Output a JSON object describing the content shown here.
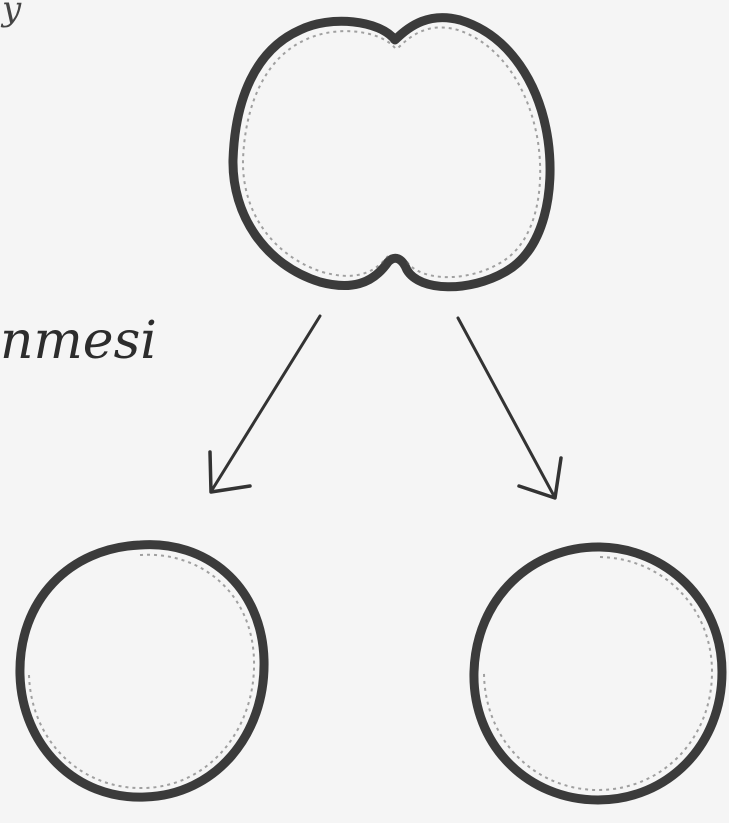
{
  "diagram": {
    "caption": "nmesi",
    "top_fragment": "y"
  },
  "nodes": [
    {
      "id": "parent-cell",
      "kind": "dividing-cell"
    },
    {
      "id": "daughter-cell-left",
      "kind": "cell"
    },
    {
      "id": "daughter-cell-right",
      "kind": "cell"
    }
  ],
  "edges": [
    {
      "from": "parent-cell",
      "to": "daughter-cell-left"
    },
    {
      "from": "parent-cell",
      "to": "daughter-cell-right"
    }
  ],
  "colors": {
    "stroke": "#3b3b3b",
    "background": "#f5f5f5"
  }
}
